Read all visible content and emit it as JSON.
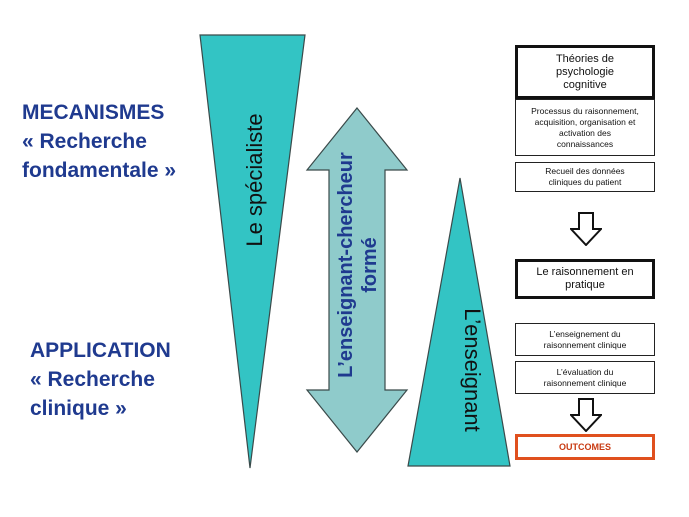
{
  "left_labels": {
    "mecanismes": [
      "MECANISMES",
      "« Recherche",
      "fondamentale »"
    ],
    "application": [
      "APPLICATION",
      "« Recherche",
      "clinique »"
    ]
  },
  "shapes": {
    "specialist": "Le spécialiste",
    "teacher_researcher": [
      "L’enseignant-chercheur",
      "formé"
    ],
    "teacher": "L’enseignant"
  },
  "flow": {
    "theories": [
      "Théories de",
      "psychologie",
      "cognitive"
    ],
    "processus": [
      "Processus du raisonnement,",
      "acquisition, organisation et",
      "activation des",
      "connaissances"
    ],
    "recueil": [
      "Recueil des données",
      "cliniques du patient"
    ],
    "raisonnement": [
      "Le raisonnement en",
      "pratique"
    ],
    "enseignement": [
      "L’enseignement du",
      "raisonnement clinique"
    ],
    "evaluation": [
      "L’évaluation du",
      "raisonnement clinique"
    ],
    "outcomes": "OUTCOMES"
  },
  "colors": {
    "teal": "#33c4c4",
    "arrow_teal": "#8fcbcb",
    "label_blue": "#1f3a8f",
    "outcome_red": "#e0501e"
  }
}
